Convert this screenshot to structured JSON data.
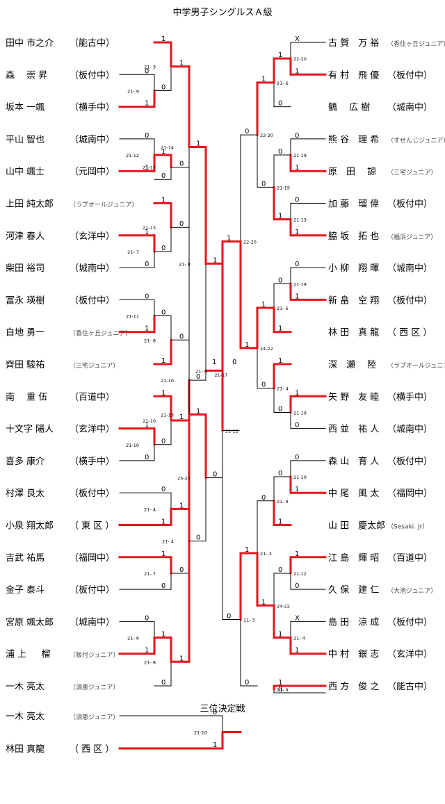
{
  "title": "中学男子シングルスＡ級",
  "third_place_title": "三位決定戦",
  "left_players": [
    {
      "name": "田中 市之介",
      "school": "（能古中）"
    },
    {
      "name": "森　 崇 昇",
      "school": "（板付中）"
    },
    {
      "name": "坂本 一颯",
      "school": "（横手中）"
    },
    {
      "name": "平山 智也",
      "school": "（城南中）"
    },
    {
      "name": "山中 颯士",
      "school": "（元岡中）"
    },
    {
      "name": "上田 純太郎",
      "school": "（ラブオールジュニア）"
    },
    {
      "name": "河津 春人",
      "school": "（玄洋中）"
    },
    {
      "name": "柴田 裕司",
      "school": "（城南中）"
    },
    {
      "name": "冨永 瑛樹",
      "school": "（板付中）"
    },
    {
      "name": "白地 勇一",
      "school": "（香住ヶ丘ジュニア）"
    },
    {
      "name": "齊田 駿祐",
      "school": "（三宅ジュニア）"
    },
    {
      "name": "南　 重 伍",
      "school": "（百道中）"
    },
    {
      "name": "十文字 陽人",
      "school": "（玄洋中）"
    },
    {
      "name": "喜多 康介",
      "school": "（横手中）"
    },
    {
      "name": "村澤 良太",
      "school": "（板付中）"
    },
    {
      "name": "小泉 翔太郎",
      "school": "（ 東 区 ）"
    },
    {
      "name": "吉武 祐馬",
      "school": "（福岡中）"
    },
    {
      "name": "金子 泰斗",
      "school": "（板付中）"
    },
    {
      "name": "宮原 颯太郎",
      "school": "（城南中）"
    },
    {
      "name": "浦 上 　 榴",
      "school": "（板付ジュニア）"
    },
    {
      "name": "一木 亮太",
      "school": "（須恵ジュニア）"
    }
  ],
  "right_players": [
    {
      "name": "古 賀　万 裕",
      "school": "（香住ヶ丘ジュニア）"
    },
    {
      "name": "有 村　飛 優",
      "school": "（板付中）"
    },
    {
      "name": "鶴　 広 樹",
      "school": "（城南中）"
    },
    {
      "name": "熊 谷　理 希",
      "school": "（すせんじジュニア）"
    },
    {
      "name": "原　田　 諒",
      "school": "（三宅ジュニア）"
    },
    {
      "name": "加 藤　瑠 偉",
      "school": "（板付中）"
    },
    {
      "name": "脇 坂　拓 也",
      "school": "（福浜ジュニア）"
    },
    {
      "name": "小 柳　翔 暉",
      "school": "（城南中）"
    },
    {
      "name": "新 畠　空 翔",
      "school": "（板付中）"
    },
    {
      "name": "林 田　真 龍",
      "school": "（ 西 区 ）"
    },
    {
      "name": "深　瀬　 陸",
      "school": "（ラブオールジュニア）"
    },
    {
      "name": "矢 野　友 睦",
      "school": "（横手中）"
    },
    {
      "name": "西 並　祐 人",
      "school": "（城南中）"
    },
    {
      "name": "森 山　育 人",
      "school": "（板付中）"
    },
    {
      "name": "中 尾　風 太",
      "school": "（福岡中）"
    },
    {
      "name": "山 田　慶太郎",
      "school": "（Sesaki. Jr）"
    },
    {
      "name": "江 島　輝 昭",
      "school": "（百道中）"
    },
    {
      "name": "久 保　建 仁",
      "school": "（大池ジュニア）"
    },
    {
      "name": "島 田　涼 成",
      "school": "（板付中）"
    },
    {
      "name": "中 村　銀 志",
      "school": "（玄洋中）"
    },
    {
      "name": "西 方　俊 之",
      "school": "（能古中）"
    }
  ],
  "third_place_players": [
    {
      "name": "一木 亮太",
      "school": "（須恵ジュニア）"
    },
    {
      "name": "林田 真龍",
      "school": "（ 西 区 ）"
    }
  ],
  "scores": {
    "l_r1_a": "21- 9",
    "l_r1_b": "21-12",
    "l_r1_c": "21- 7",
    "l_r1_d": "21-11",
    "l_r1_e": "21-10",
    "l_r1_f": "21- 6",
    "l_r1_g": "21-10",
    "l_r1_h": "21- 4",
    "l_r1_i": "21- 7",
    "l_r1_j": "21- 8",
    "l_r1_k": "21-14",
    "l_r1_l": "21-10",
    "l_r1_m": "21- 4",
    "l_r2_a": "21- 3",
    "l_r2_b": "21-17",
    "l_r2_c": "21-13",
    "l_r2_d": "21- 8",
    "l_r3_a": "21- 8",
    "l_r3_b": "25-23",
    "l_sf": "21- 6",
    "final": "21-17",
    "r_sf": "21-12",
    "r_r3_a": "22-20",
    "r_r3_b": "21- 3",
    "r_r2_a": "21- 6",
    "r_r2_b": "24-22",
    "r_r2_c": "21-19",
    "r_r2_d": "21- 4",
    "r_r1_a": "22-20",
    "r_r1_b": "21-19",
    "r_r1_c": "21-13",
    "r_r1_d": "21-19",
    "r_r1_e": "21- 6",
    "r_r1_f": "21- 4",
    "r_r1_g": "21-19",
    "r_r1_h": "21-10",
    "r_r1_i": "21- 9",
    "r_r1_j": "21-12",
    "r_r1_k": "21- 9",
    "third": "21-10"
  },
  "marks": {
    "win": "1",
    "loss": "0",
    "walkover": "X"
  },
  "colors": {
    "winner_line": "#e8141b",
    "loser_line": "#000000",
    "text": "#000000"
  }
}
